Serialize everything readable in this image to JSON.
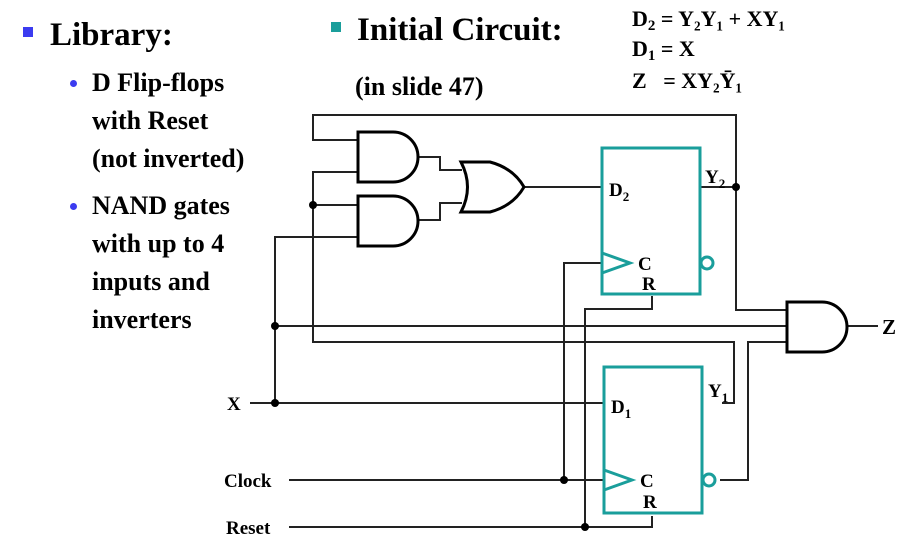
{
  "left": {
    "heading": "Library:",
    "bullet_color": "#3b3bf0",
    "items": [
      {
        "lines": [
          "D Flip-flops",
          "with Reset",
          "(not inverted)"
        ]
      },
      {
        "lines": [
          "NAND gates",
          "with up to 4",
          "inputs and",
          "inverters"
        ]
      }
    ]
  },
  "center": {
    "heading": "Initial Circuit:",
    "bullet_color": "#1a9e9b",
    "subtext": "(in slide 47)"
  },
  "equations": [
    {
      "lhs": "D",
      "lhs_sub": "2",
      "rhs": "= Y₂Y₁ + XY₁"
    },
    {
      "lhs": "D",
      "lhs_sub": "1",
      "rhs": "= X"
    },
    {
      "lhs": "Z",
      "lhs_sub": "",
      "rhs": "= XY₂Ȳ₁"
    }
  ],
  "circuit": {
    "inputs": [
      "X",
      "Clock",
      "Reset"
    ],
    "output": "Z",
    "flipflop_color": "#1a9e9b",
    "flipflops": [
      {
        "name": "FF2",
        "d_label": "D",
        "d_sub": "2",
        "q_label": "Y",
        "q_sub": "2",
        "clk_label": "C",
        "reset_label": "R"
      },
      {
        "name": "FF1",
        "d_label": "D",
        "d_sub": "1",
        "q_label": "Y",
        "q_sub": "1",
        "clk_label": "C",
        "reset_label": "R"
      }
    ],
    "gates": [
      "AND (Y2·Y1)",
      "AND (X·Y1)",
      "OR → D2",
      "AND 3-input → Z"
    ]
  }
}
